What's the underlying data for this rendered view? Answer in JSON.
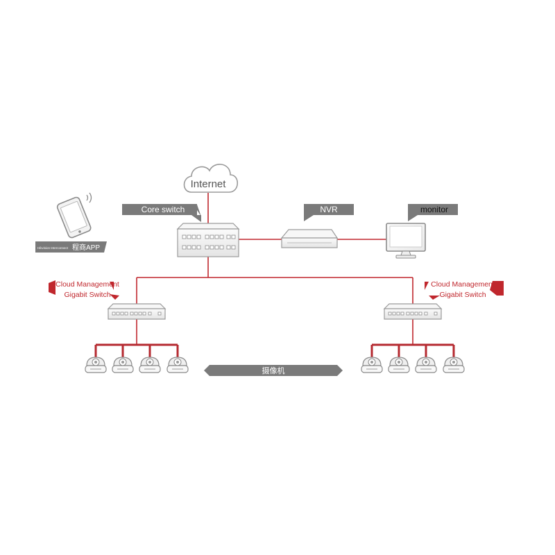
{
  "cloud": {
    "label": "Internet"
  },
  "labels": {
    "core_switch": "Core switch",
    "nvr": "NVR",
    "monitor": "monitor",
    "app_brand": "Hikvision Interconnect",
    "app_name": "程商APP",
    "left_switch_line1": "Cloud Management",
    "left_switch_line2": "Gigabit Switch",
    "right_switch_line1": "Cloud Management",
    "right_switch_line2": "Gigabit Switch",
    "cameras": "摄像机"
  },
  "colors": {
    "link": "#c0272d",
    "tag_gray": "#7a7a7a",
    "tag_red": "#c0272d",
    "device_outline": "#9a9a9a"
  }
}
